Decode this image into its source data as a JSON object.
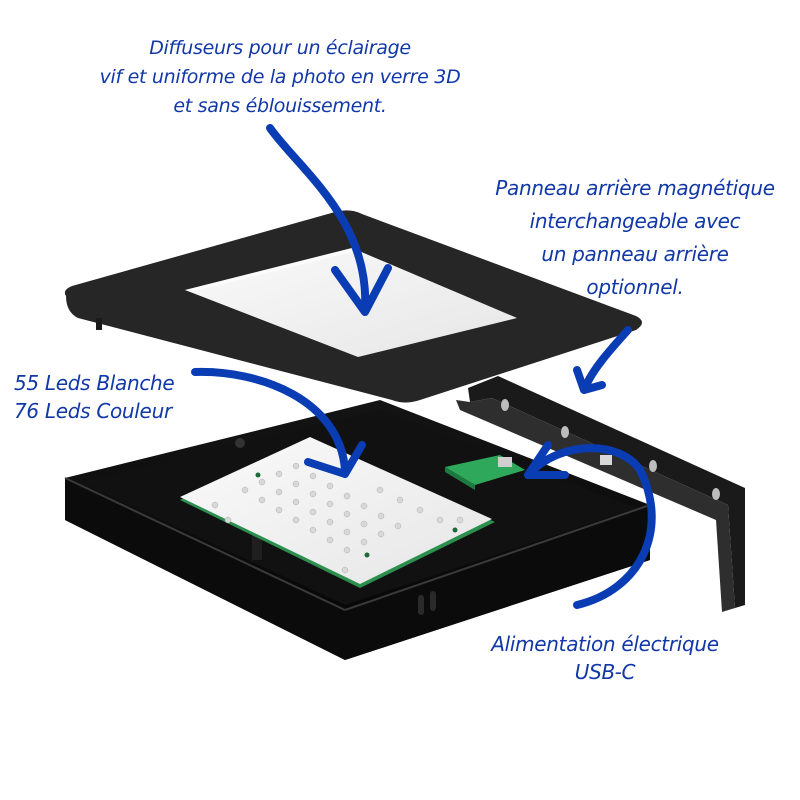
{
  "annotations": {
    "diffuser": {
      "lines": [
        "Diffuseurs pour un éclairage",
        "vif et uniforme de la photo en verre 3D",
        "et sans éblouissement."
      ]
    },
    "back_panel": {
      "lines": [
        "Panneau arrière magnétique",
        "interchangeable avec",
        "un panneau arrière",
        "optionnel."
      ]
    },
    "leds": {
      "lines": [
        "55 Leds Blanche",
        "76 Leds Couleur"
      ]
    },
    "power": {
      "lines": [
        "Alimentation électrique",
        "USB-C"
      ]
    }
  },
  "colors": {
    "annotation_text": "#1238a8",
    "arrow": "#0a3cb4",
    "frame": "#262626",
    "diffuser_glass": "#f2f2f2",
    "pcb_white": "#f4f4f4",
    "pcb_green": "#2ea85a"
  },
  "product": {
    "parts": [
      "front-frame-with-diffuser",
      "led-board",
      "usb-c-power-module",
      "base-housing",
      "magnetic-back-panel"
    ]
  }
}
